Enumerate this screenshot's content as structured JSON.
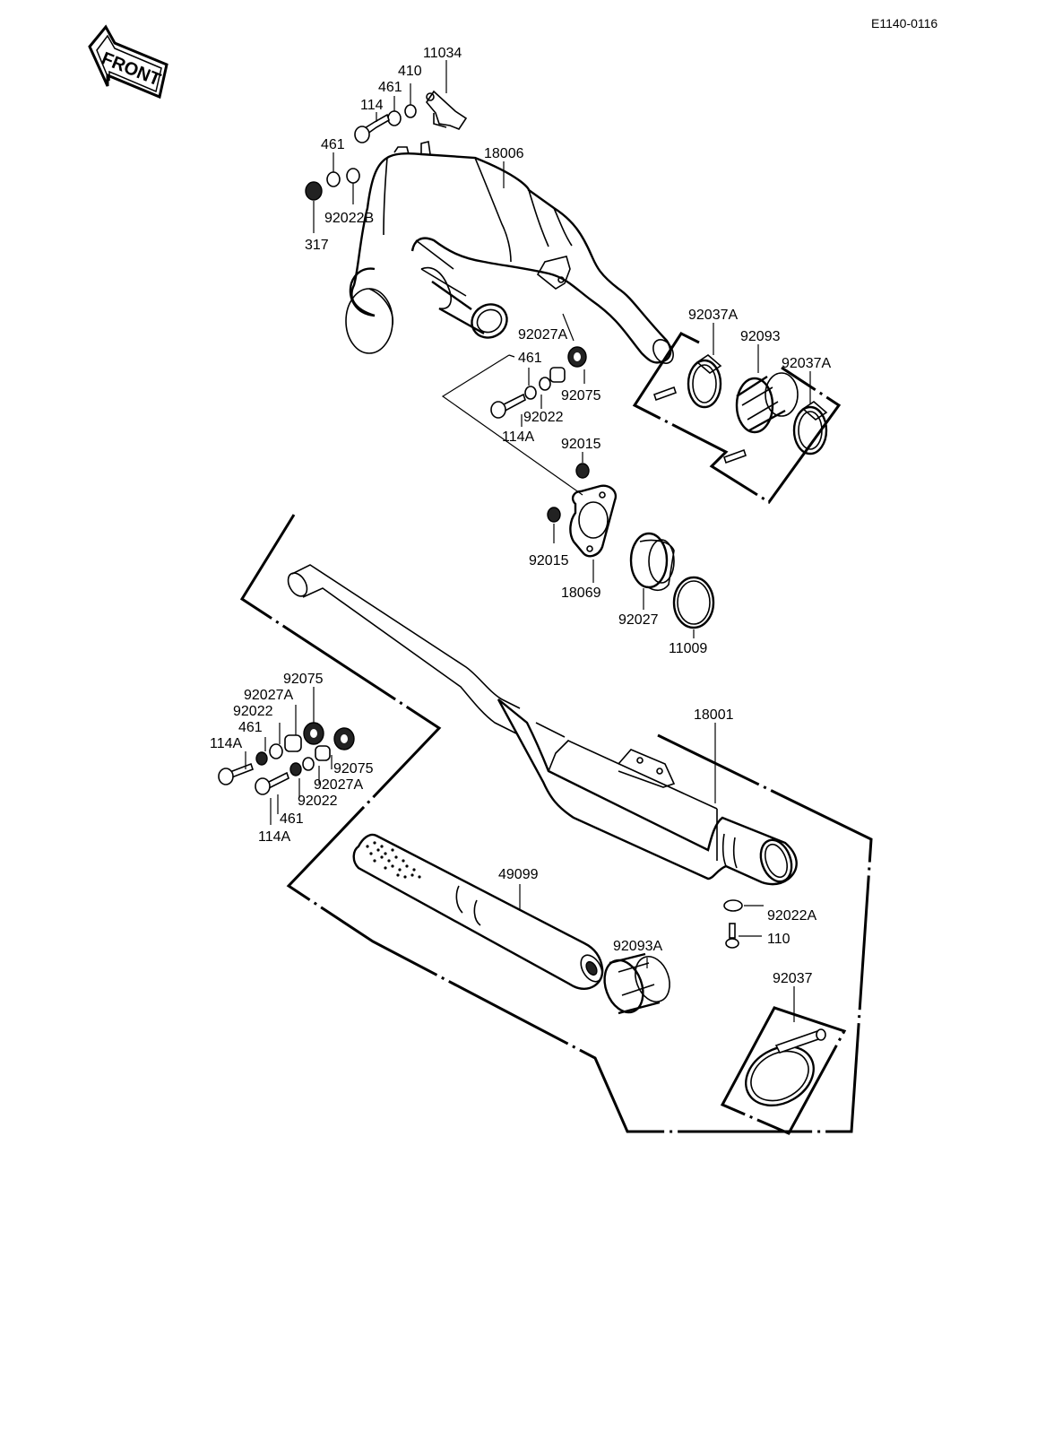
{
  "diagram": {
    "code": "E1140-0116",
    "front_label": "FRONT",
    "callouts": [
      {
        "id": "c_11034",
        "text": "11034"
      },
      {
        "id": "c_410",
        "text": "410"
      },
      {
        "id": "c_461_a",
        "text": "461"
      },
      {
        "id": "c_114_a",
        "text": "114"
      },
      {
        "id": "c_461_b",
        "text": "461"
      },
      {
        "id": "c_18006",
        "text": "18006"
      },
      {
        "id": "c_92022B",
        "text": "92022B"
      },
      {
        "id": "c_317",
        "text": "317"
      },
      {
        "id": "c_92027A_a",
        "text": "92027A"
      },
      {
        "id": "c_461_c",
        "text": "461"
      },
      {
        "id": "c_92075_a",
        "text": "92075"
      },
      {
        "id": "c_92022_a",
        "text": "92022"
      },
      {
        "id": "c_114A_a",
        "text": "114A"
      },
      {
        "id": "c_92037A_a",
        "text": "92037A"
      },
      {
        "id": "c_92093",
        "text": "92093"
      },
      {
        "id": "c_92037A_b",
        "text": "92037A"
      },
      {
        "id": "c_92015_a",
        "text": "92015"
      },
      {
        "id": "c_92015_b",
        "text": "92015"
      },
      {
        "id": "c_18069",
        "text": "18069"
      },
      {
        "id": "c_92027",
        "text": "92027"
      },
      {
        "id": "c_11009",
        "text": "11009"
      },
      {
        "id": "c_92075_b",
        "text": "92075"
      },
      {
        "id": "c_92027A_b",
        "text": "92027A"
      },
      {
        "id": "c_92022_b",
        "text": "92022"
      },
      {
        "id": "c_461_d",
        "text": "461"
      },
      {
        "id": "c_114A_b",
        "text": "114A"
      },
      {
        "id": "c_92075_c",
        "text": "92075"
      },
      {
        "id": "c_92027A_c",
        "text": "92027A"
      },
      {
        "id": "c_92022_c",
        "text": "92022"
      },
      {
        "id": "c_461_e",
        "text": "461"
      },
      {
        "id": "c_114A_c",
        "text": "114A"
      },
      {
        "id": "c_18001",
        "text": "18001"
      },
      {
        "id": "c_49099",
        "text": "49099"
      },
      {
        "id": "c_92093A",
        "text": "92093A"
      },
      {
        "id": "c_92022A",
        "text": "92022A"
      },
      {
        "id": "c_110",
        "text": "110"
      },
      {
        "id": "c_92037",
        "text": "92037"
      }
    ]
  }
}
